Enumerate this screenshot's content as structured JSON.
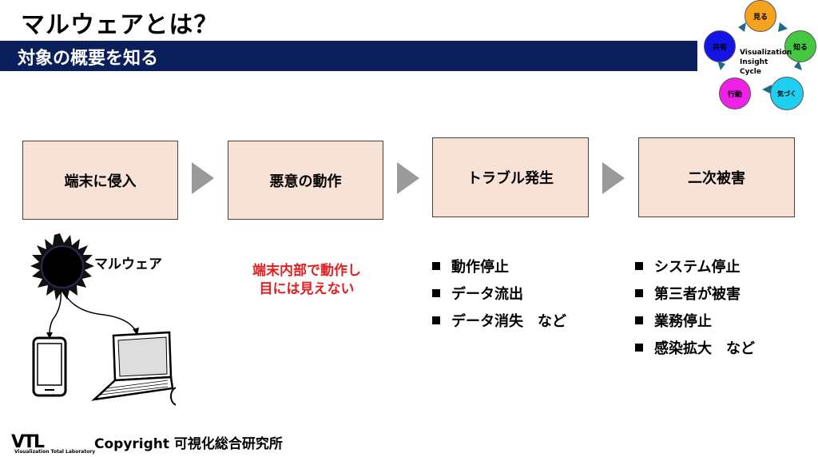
{
  "header": {
    "title": "マルウェアとは？",
    "subtitle": "対象の概要を知る"
  },
  "cycle": {
    "nodes": {
      "see": "見る",
      "know": "知る",
      "notice": "気づく",
      "act": "行動",
      "share": "共有"
    },
    "center_line1": "Visualization",
    "center_line2": "Insight Cycle",
    "colors": {
      "see": "#f5a21f",
      "know": "#45c742",
      "notice": "#1fcff0",
      "act": "#f021e6",
      "share": "#1414e6",
      "arrow": "#1f6b8a"
    }
  },
  "flow": {
    "steps": [
      "端末に侵入",
      "悪意の動作",
      "トラブル発生",
      "二次被害"
    ]
  },
  "malware": {
    "label": "マルウェア",
    "icons": [
      "virus-icon",
      "smartphone-icon",
      "laptop-icon"
    ]
  },
  "hidden_note": {
    "line1": "端末内部で動作し",
    "line2": "目には見えない"
  },
  "trouble_list": [
    "動作停止",
    "データ流出",
    "データ消失　など"
  ],
  "damage_list": [
    "システム停止",
    "第三者が被害",
    "業務停止",
    "感染拡大　など"
  ],
  "footer": {
    "logo": "VTL",
    "logo_sub": "Visualization Total Laboratory",
    "copyright": "Copyright 可視化総合研究所"
  }
}
